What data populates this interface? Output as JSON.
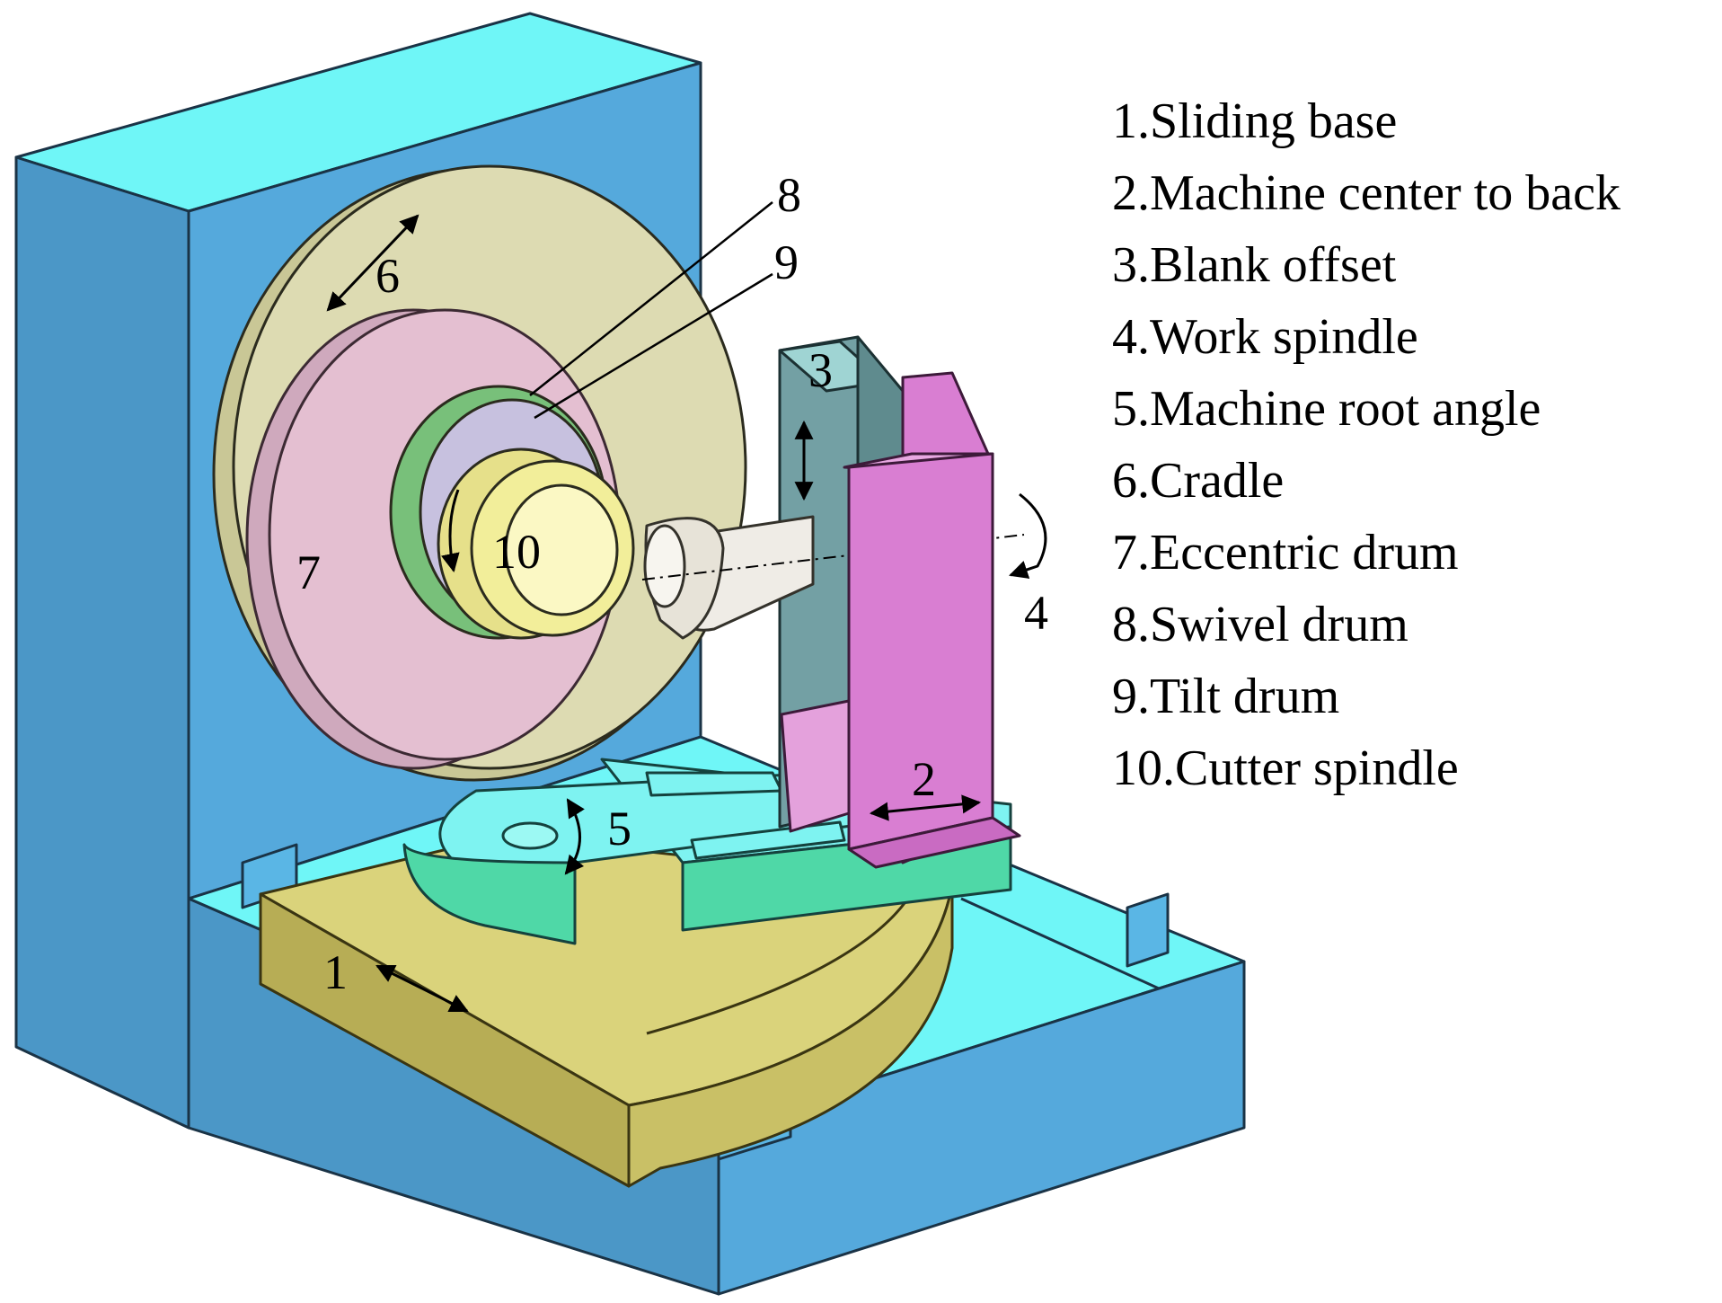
{
  "colors": {
    "frame": "#55a9dc",
    "frame_top": "#6ff6f7",
    "cradle": "#dddbb2",
    "eccentric_drum": "#e4bfd1",
    "swivel_drum": "#78c07a",
    "tilt_drum": "#c7c1df",
    "cutter_spindle": "#f2ee9a",
    "sliding_base": "#dad37b",
    "root_angle_plate": "#7ef3f1",
    "blank_offset": "#73a0a4",
    "work_column": "#d97ed2",
    "work_spindle": "#efece6"
  },
  "callouts": {
    "c1": "1",
    "c2": "2",
    "c3": "3",
    "c4": "4",
    "c5": "5",
    "c6": "6",
    "c7": "7",
    "c8": "8",
    "c9": "9",
    "c10": "10"
  },
  "legend": [
    "1.Sliding base",
    "2.Machine center to back",
    "3.Blank offset",
    "4.Work spindle",
    "5.Machine root angle",
    "6.Cradle",
    "7.Eccentric drum",
    "8.Swivel drum",
    "9.Tilt drum",
    "10.Cutter spindle"
  ]
}
